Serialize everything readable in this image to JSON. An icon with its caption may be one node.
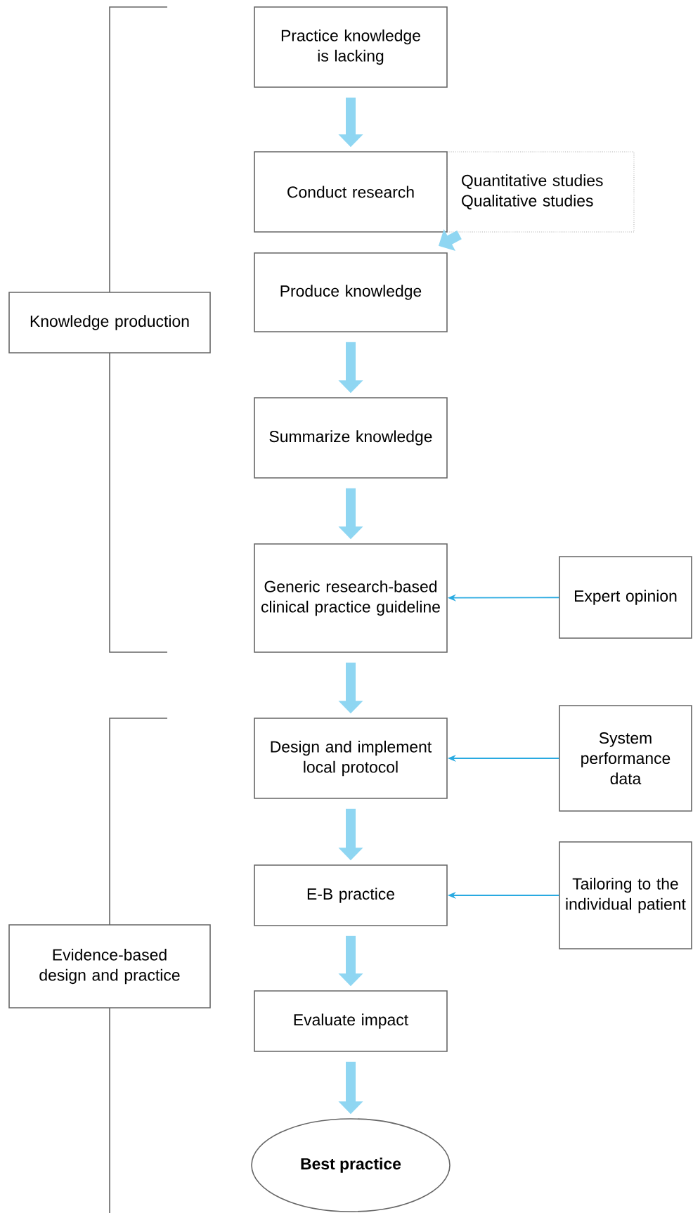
{
  "diagram": {
    "nodes": [
      {
        "text": [
          "Knowledge production"
        ]
      },
      {
        "text": [
          "Practice knowledge is lacking"
        ]
      },
      {
        "text": [
          "Conduct research"
        ]
      },
      {
        "text": [
          "Quantitative studies",
          "Qualitative studies"
        ]
      },
      {
        "text": [
          "Produce knowledge"
        ]
      },
      {
        "text": [
          "Summarize knowledge"
        ]
      },
      {
        "text": [
          "Generic research-based clinical practice guideline"
        ]
      },
      {
        "text": [
          "Expert opinion"
        ]
      },
      {
        "text": [
          "Evidence-based design and practice"
        ]
      },
      {
        "text": [
          "Design and implement local protocol"
        ]
      },
      {
        "text": [
          "System performance data"
        ]
      },
      {
        "text": [
          "E-B practice"
        ]
      },
      {
        "text": [
          "Tailoring to the individual patient"
        ]
      },
      {
        "text": [
          "Evaluate impact"
        ]
      },
      {
        "text": [
          "Best practice"
        ]
      }
    ],
    "edges": [
      {
        "from": 1,
        "to": 2,
        "arrow": "to"
      },
      {
        "from": 3,
        "to": 4,
        "arrow": "to"
      },
      {
        "from": 4,
        "to": 5,
        "arrow": "to"
      },
      {
        "from": 5,
        "to": 6,
        "arrow": "to"
      },
      {
        "from": 7,
        "to": 6,
        "arrow": "to",
        "color": "#29aae1"
      },
      {
        "from": 6,
        "to": 9,
        "arrow": "to"
      },
      {
        "from": 10,
        "to": 9,
        "arrow": "to",
        "color": "#29aae1"
      },
      {
        "from": 9,
        "to": 11,
        "arrow": "to"
      },
      {
        "from": 12,
        "to": 11,
        "arrow": "to",
        "color": "#29aae1"
      },
      {
        "from": 11,
        "to": 13,
        "arrow": "to"
      },
      {
        "from": 13,
        "to": 14,
        "arrow": "to"
      }
    ]
  }
}
